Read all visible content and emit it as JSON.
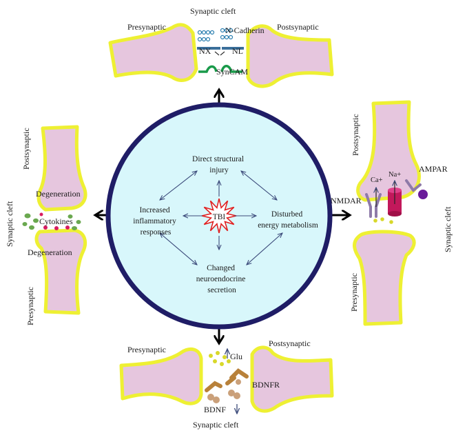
{
  "center": {
    "tbi": "TBI",
    "direct_structural": [
      "Direct structural",
      "injury"
    ],
    "inflammatory": [
      "Increased",
      "inflammatory",
      "responses"
    ],
    "energy": [
      "Disturbed",
      "energy metabolism"
    ],
    "neuroendocrine": [
      "Changed",
      "neuroendocrine",
      "secretion"
    ]
  },
  "top_panel": {
    "cleft": "Synaptic cleft",
    "pre": "Presynaptic",
    "post": "Postsynaptic",
    "ncadherin": "N-Cadherin",
    "nx": "NX",
    "nl": "NL",
    "syncam": "SynCAM"
  },
  "left_panel": {
    "post": "Postsynaptic",
    "pre": "Presynaptic",
    "cleft": "Synaptic cleft",
    "degeneration_top": "Degeneration",
    "degeneration_bottom": "Degeneration",
    "cytokines": "Cytokines"
  },
  "right_panel": {
    "post": "Postsynaptic",
    "pre": "Presynaptic",
    "cleft": "Synaptic cleft",
    "nmdar": "NMDAR",
    "ampar": "AMPAR",
    "ca": "Ca+",
    "na": "Na+"
  },
  "bottom_panel": {
    "pre": "Presynaptic",
    "post": "Postsynaptic",
    "cleft": "Synaptic cleft",
    "glu": "Glu",
    "bdnfr": "BDNFR",
    "bdnf": "BDNF"
  },
  "colors": {
    "circle_fill": "#d8f7fb",
    "circle_stroke": "#1f1d66",
    "membrane_yellow": "#eef033",
    "neuron_pink": "#e6c6de",
    "tbi_star": "#e02020",
    "syncam_green": "#1a9a4a",
    "nx_nl_blue": "#3a6f9a",
    "cytokine_green": "#6aa84f",
    "cytokine_red": "#d81b60",
    "channel_magenta": "#c2185b",
    "receptor_purple": "#8e7aa8",
    "bdnfr_brown": "#b8813a"
  }
}
